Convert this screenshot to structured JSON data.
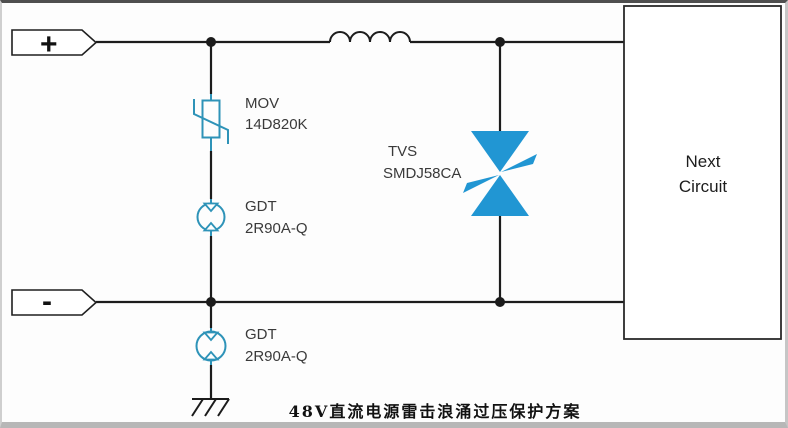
{
  "frame": {
    "caption": "48V直流电源雷击浪涌过压保护方案"
  },
  "terminals": {
    "positive_label": "+",
    "negative_label": "-"
  },
  "components": {
    "mov": {
      "name": "MOV",
      "part": "14D820K"
    },
    "gdt_top": {
      "name": "GDT",
      "part": "2R90A-Q"
    },
    "tvs": {
      "name": "TVS",
      "part": "SMDJ58CA"
    },
    "gdt_bottom": {
      "name": "GDT",
      "part": "2R90A-Q"
    }
  },
  "next_circuit": {
    "line1": "Next",
    "line2": "Circuit"
  },
  "symbols": {
    "inductor": "inductor-coil",
    "mov": "varistor-symbol",
    "gdt": "gas-discharge-tube-symbol",
    "tvs": "bidirectional-tvs-diode-symbol",
    "ground": "chassis-ground-symbol",
    "junction": "junction-dot"
  },
  "colors": {
    "wire": "#1c1c1c",
    "symbol_teal": "#2e93b8",
    "tvs_blue": "#2196d3",
    "label_text": "#3a3a3a"
  }
}
